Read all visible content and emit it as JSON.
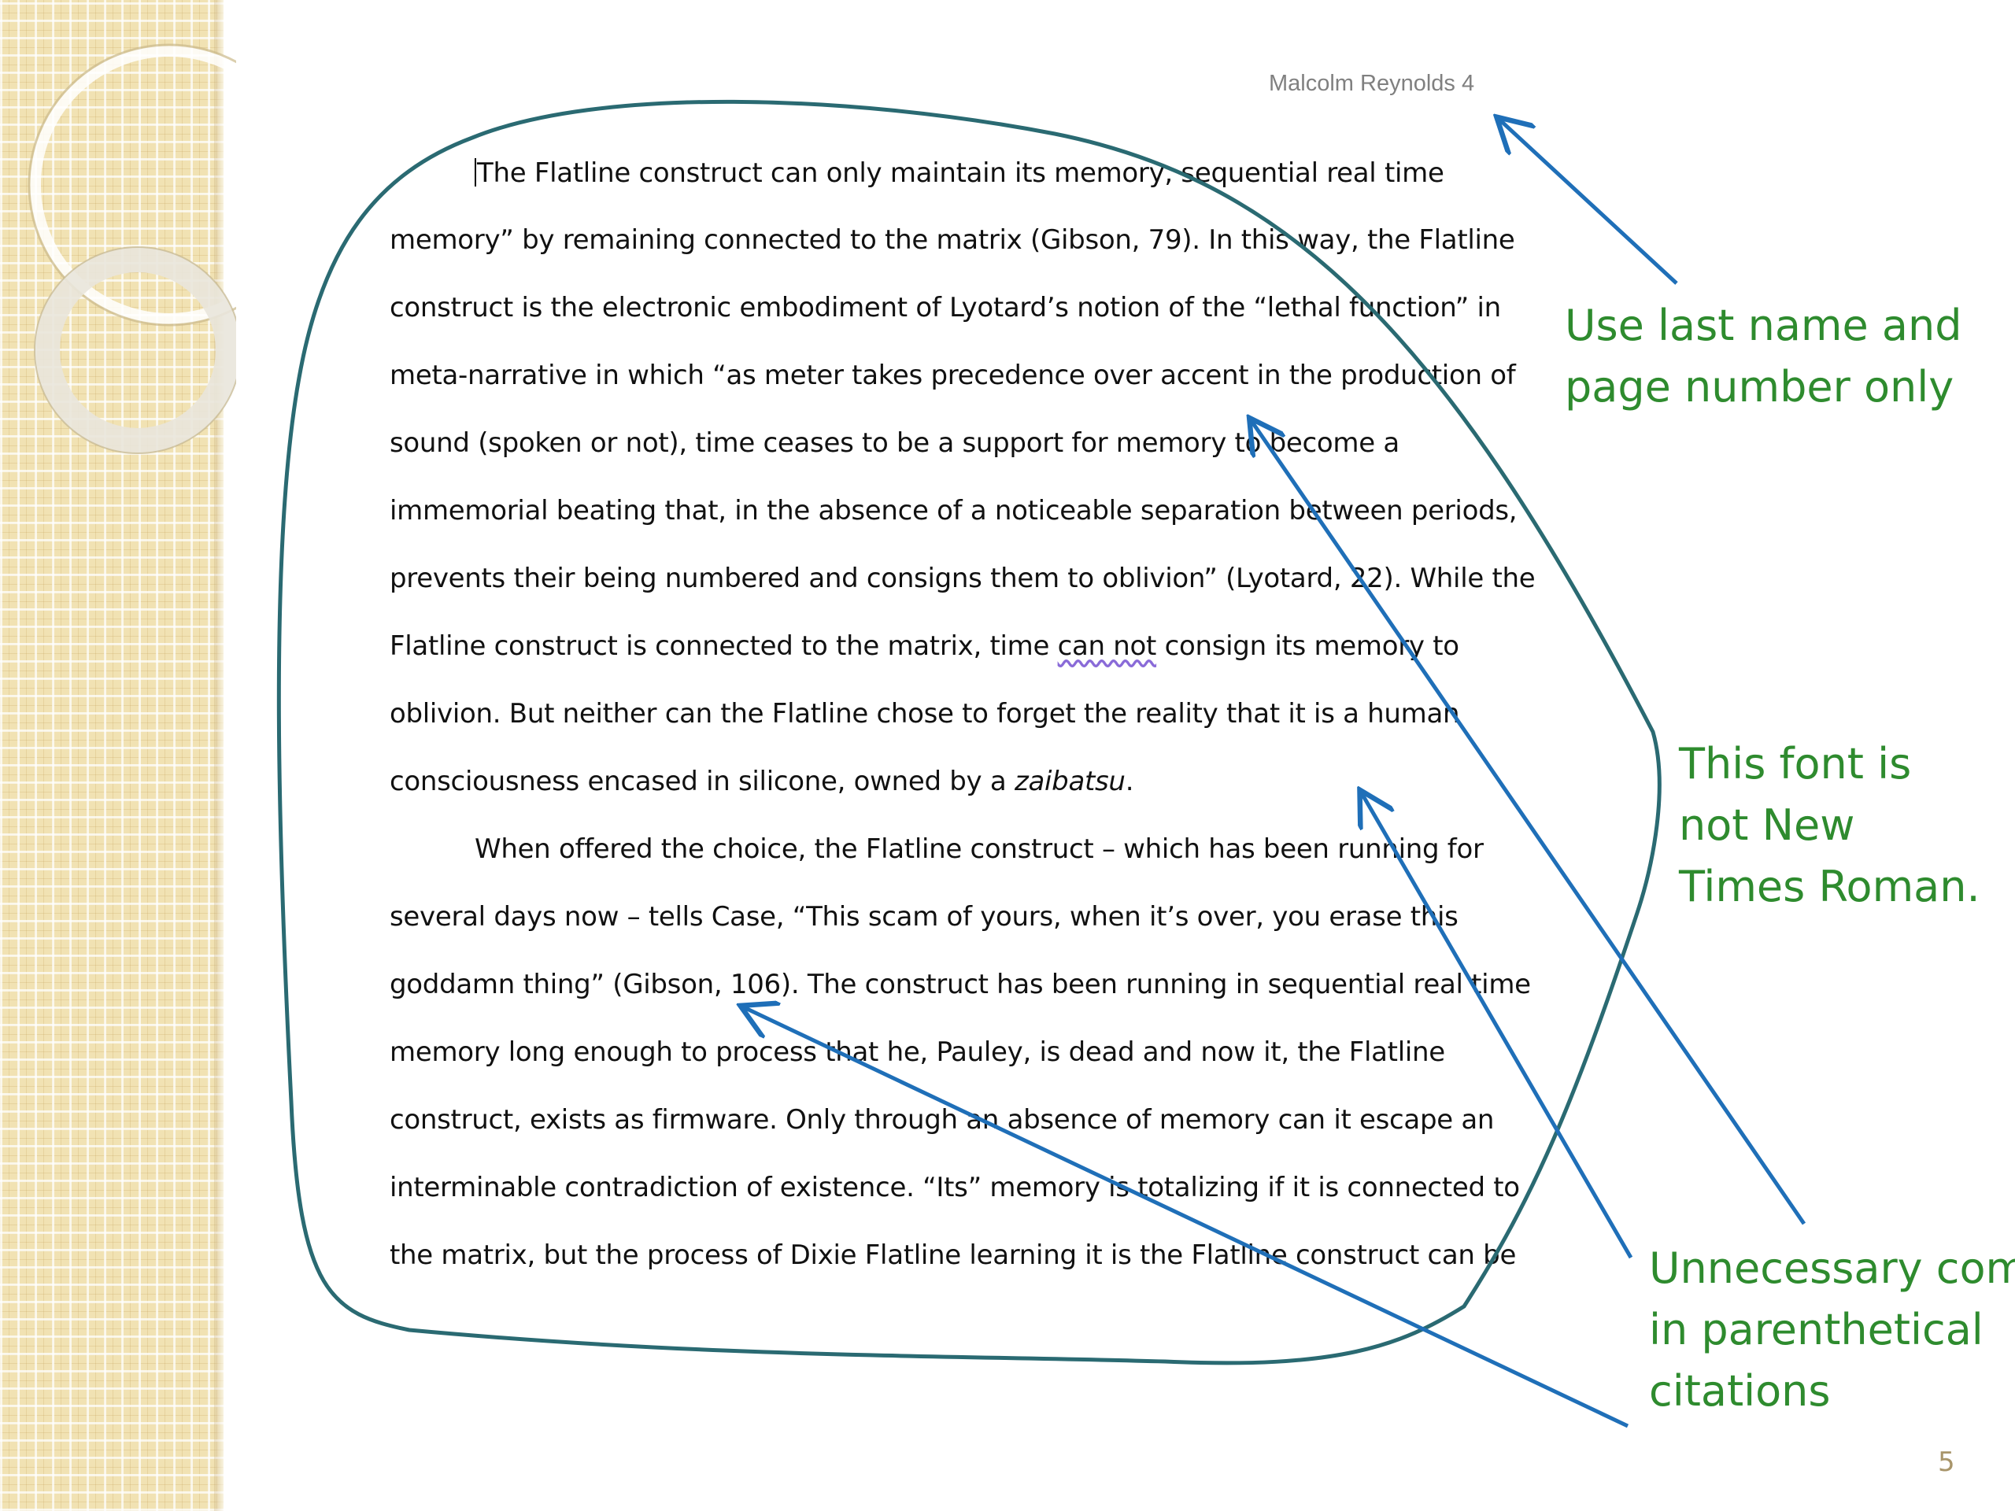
{
  "header": {
    "text": "Malcolm Reynolds 4"
  },
  "document": {
    "lines": [
      "The Flatline construct can only maintain its memory, sequential real time",
      "memory” by remaining connected to the matrix (Gibson, 79). In this way, the Flatline",
      "construct is the electronic embodiment of Lyotard’s notion of the “lethal function” in",
      "meta-narrative in which “as meter takes precedence over accent in the production of",
      "sound (spoken or not), time ceases to be a support for memory to become a",
      "immemorial beating that, in the absence of a noticeable separation between periods,",
      "prevents their being numbered and consigns them to oblivion” (Lyotard, 22). While the",
      "Flatline construct is connected to the matrix, time ",
      "oblivion. But neither can the Flatline chose to forget the reality that it is a human",
      "consciousness encased in silicone, owned by a ",
      "When offered the choice, the Flatline construct – which has been running for",
      "several days now – tells Case, “This scam of yours, when it’s over, you erase this",
      "goddamn thing” (Gibson, 106). The construct has been running in sequential real time",
      "memory long enough to process that he, Pauley, is dead and now it, the Flatline",
      "construct, exists as firmware. Only through an absence of memory can it escape an",
      "interminable contradiction of existence. “Its” memory is totalizing if it is connected to",
      "the matrix, but the process of Dixie Flatline learning it is the Flatline construct can be"
    ],
    "line8_flagged": "can not",
    "line8_tail": " consign its memory to",
    "line10_italic": "zaibatsu",
    "line10_end": "."
  },
  "annotations": {
    "header_note": [
      "Use last name and",
      "page number only"
    ],
    "font_note": [
      "This font is",
      "not New",
      "Times Roman."
    ],
    "comma_note": [
      "Unnecessary commas",
      "in parenthetical",
      "citations"
    ]
  },
  "slide_number": "5",
  "colors": {
    "annotation_text": "#2e8b2e",
    "arrow": "#1f6fb8",
    "outline": "#2a6a72",
    "header_text": "#808080",
    "sidebar": "#f1e2b3"
  }
}
